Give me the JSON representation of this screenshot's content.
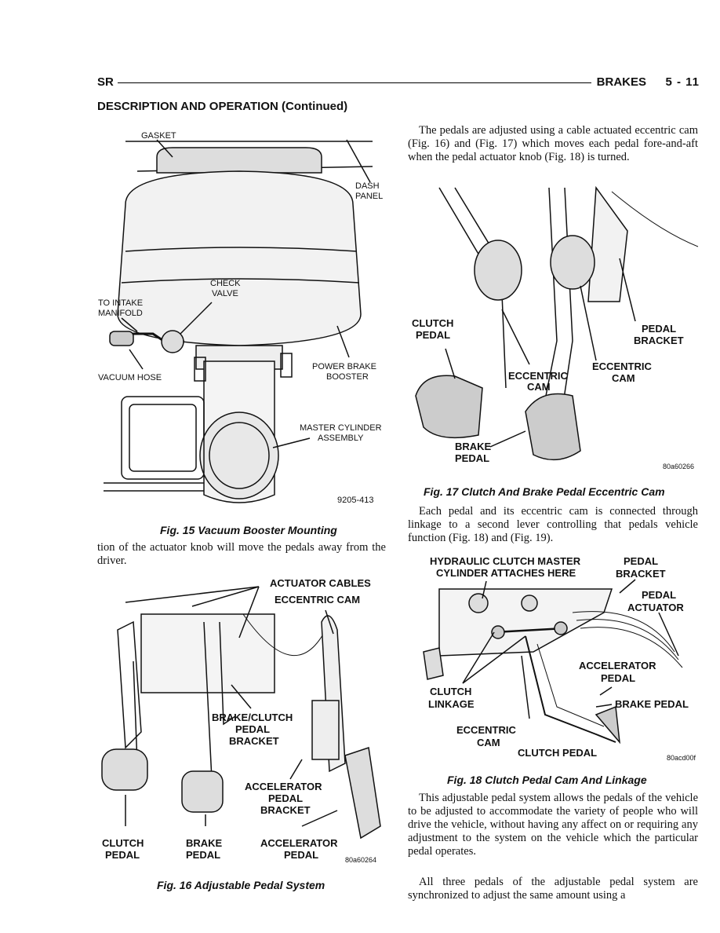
{
  "header": {
    "left": "SR",
    "section": "BRAKES",
    "page": "5 - 11"
  },
  "section_title": "DESCRIPTION AND OPERATION (Continued)",
  "fig15": {
    "labels": {
      "gasket": "GASKET",
      "dash1": "DASH",
      "dash2": "PANEL",
      "check1": "CHECK",
      "check2": "VALVE",
      "intake1": "TO INTAKE",
      "intake2": "MANIFOLD",
      "vacuum": "VACUUM HOSE",
      "booster1": "POWER BRAKE",
      "booster2": "BOOSTER",
      "master1": "MASTER CYLINDER",
      "master2": "ASSEMBLY",
      "code": "9205-413"
    },
    "caption": "Fig. 15 Vacuum Booster Mounting"
  },
  "left_text": "tion of the actuator knob will move the pedals away from the driver.",
  "fig16": {
    "labels": {
      "cables": "ACTUATOR CABLES",
      "cam": "ECCENTRIC CAM",
      "bracket1": "BRAKE/CLUTCH",
      "bracket2": "PEDAL",
      "bracket3": "BRACKET",
      "accbr1": "ACCELERATOR",
      "accbr2": "PEDAL",
      "accbr3": "BRACKET",
      "clutch1": "CLUTCH",
      "clutch2": "PEDAL",
      "brake1": "BRAKE",
      "brake2": "PEDAL",
      "acc1": "ACCELERATOR",
      "acc2": "PEDAL",
      "code": "80a60264"
    },
    "caption": "Fig. 16 Adjustable Pedal System"
  },
  "right_para1": "The pedals are adjusted using a cable actuated eccentric cam (Fig. 16) and (Fig. 17) which moves each pedal fore-and-aft when the pedal actuator knob (Fig. 18) is turned.",
  "fig17": {
    "labels": {
      "clutch1": "CLUTCH",
      "clutch2": "PEDAL",
      "pb1": "PEDAL",
      "pb2": "BRACKET",
      "ec1a": "ECCENTRIC",
      "ec1b": "CAM",
      "ec2a": "ECCENTRIC",
      "ec2b": "CAM",
      "brake1": "BRAKE",
      "brake2": "PEDAL",
      "code": "80a60266"
    },
    "caption": "Fig. 17 Clutch And Brake Pedal Eccentric Cam"
  },
  "right_para2": "Each pedal and its eccentric cam is connected through linkage to a second lever controlling that pedals vehicle function (Fig. 18) and (Fig. 19).",
  "fig18": {
    "labels": {
      "hyd1": "HYDRAULIC CLUTCH MASTER",
      "hyd2": "CYLINDER ATTACHES HERE",
      "pb1": "PEDAL",
      "pb2": "BRACKET",
      "pa1": "PEDAL",
      "pa2": "ACTUATOR",
      "acc1": "ACCELERATOR",
      "acc2": "PEDAL",
      "cl1": "CLUTCH",
      "cl2": "LINKAGE",
      "brake": "BRAKE PEDAL",
      "ec1": "ECCENTRIC",
      "ec2": "CAM",
      "cp": "CLUTCH PEDAL",
      "code": "80acd00f"
    },
    "caption": "Fig. 18 Clutch Pedal Cam And Linkage"
  },
  "right_para3": "This adjustable pedal system allows the pedals of the vehicle to be adjusted to accommodate the variety of people who will drive the vehicle, without having any affect on or requiring any adjustment to the system on the vehicle which the particular pedal operates.",
  "right_para4": "All three pedals of the adjustable pedal system are synchronized to adjust the same amount using a"
}
